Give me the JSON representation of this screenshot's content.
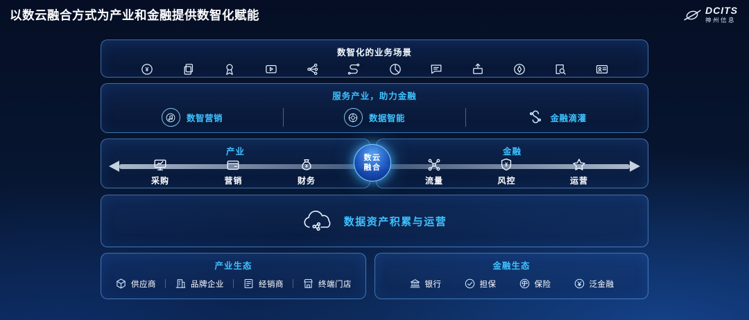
{
  "page": {
    "title": "以数云融合方式为产业和金融提供数智化赋能"
  },
  "logo": {
    "brand": "DCITS",
    "company": "神州信息"
  },
  "colors": {
    "accent": "#3ec1ff",
    "background": "#071631",
    "panel_border": "#5aa8ff",
    "arrow": "#c6d1e0"
  },
  "scenarios": {
    "title": "数智化的业务场景",
    "icons": [
      "payment-coin",
      "documents",
      "medal",
      "video-player",
      "network-share",
      "data-stream",
      "pie-chart",
      "chat-bubble",
      "parcel-upload",
      "compass",
      "document-search",
      "id-card"
    ]
  },
  "services": {
    "title": "服务产业，助力金融",
    "items": [
      {
        "icon": "digital-marketing",
        "label": "数智营销"
      },
      {
        "icon": "data-intelligence",
        "label": "数据智能"
      },
      {
        "icon": "finance-drip",
        "label": "金融滴灌"
      }
    ]
  },
  "flow": {
    "industry": {
      "title": "产业",
      "items": [
        {
          "icon": "procurement-monitor",
          "label": "采购"
        },
        {
          "icon": "marketing-wallet",
          "label": "营销"
        },
        {
          "icon": "finance-moneybag",
          "label": "财务"
        }
      ]
    },
    "center": {
      "line1": "数云",
      "line2": "融合"
    },
    "finance": {
      "title": "金融",
      "items": [
        {
          "icon": "traffic-nodes",
          "label": "流量"
        },
        {
          "icon": "risk-shield",
          "label": "风控"
        },
        {
          "icon": "operation-star",
          "label": "运营"
        }
      ]
    }
  },
  "assets": {
    "icon": "data-cloud",
    "label": "数据资产积累与运营"
  },
  "eco": {
    "industry": {
      "title": "产业生态",
      "items": [
        {
          "icon": "supplier-cube",
          "label": "供应商"
        },
        {
          "icon": "brand-building",
          "label": "品牌企业"
        },
        {
          "icon": "dealer-list",
          "label": "经销商"
        },
        {
          "icon": "store-front",
          "label": "终端门店"
        }
      ]
    },
    "finance": {
      "title": "金融生态",
      "items": [
        {
          "icon": "bank",
          "label": "银行"
        },
        {
          "icon": "guarantee-badge",
          "label": "担保"
        },
        {
          "icon": "insurance-umbrella",
          "label": "保险"
        },
        {
          "icon": "pan-finance-coin",
          "label": "泛金融"
        }
      ]
    }
  }
}
